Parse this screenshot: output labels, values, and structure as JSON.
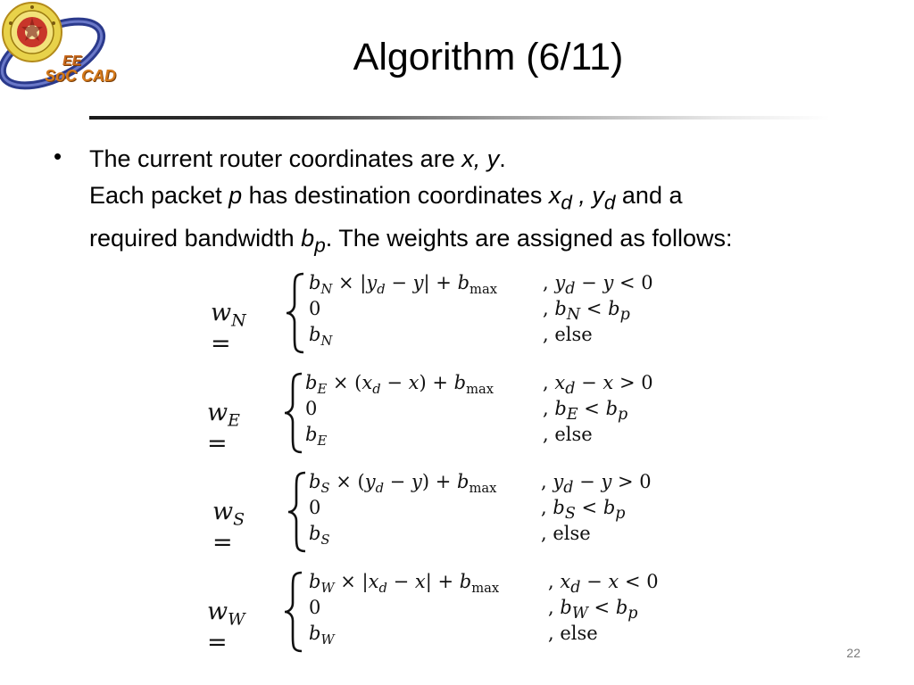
{
  "logo": {
    "line1": "EE",
    "line2": "SoC CAD"
  },
  "title": "Algorithm (6/11)",
  "bullet": {
    "line1_a": "The current router coordinates are ",
    "line1_b": "x, y",
    "line1_c": ".",
    "line2_a": "Each packet ",
    "line2_b": "p",
    "line2_c": " has destination coordinates ",
    "line2_d": "x",
    "line2_e": "d",
    "line2_f": " , ",
    "line2_g": "y",
    "line2_h": "d",
    "line2_i": " and a",
    "line3_a": "required bandwidth ",
    "line3_b": "b",
    "line3_c": "p",
    "line3_d": ". The weights are assigned as follows:"
  },
  "equations": [
    {
      "lhs": "w",
      "lhs_sub": "N",
      "cases": [
        "b_N × |y_d − y| + b_max",
        "0",
        "b_N"
      ],
      "conds": [
        ", y_d − y < 0",
        ", b_N < b_p",
        ", else"
      ]
    },
    {
      "lhs": "w",
      "lhs_sub": "E",
      "cases": [
        "b_E × (x_d − x) + b_max",
        "0",
        "b_E"
      ],
      "conds": [
        ", x_d − x > 0",
        ", b_E < b_p",
        ", else"
      ]
    },
    {
      "lhs": "w",
      "lhs_sub": "S",
      "cases": [
        "b_S × (y_d − y) + b_max",
        "0",
        "b_S"
      ],
      "conds": [
        ", y_d − y > 0",
        ", b_S < b_p",
        ", else"
      ]
    },
    {
      "lhs": "w",
      "lhs_sub": "W",
      "cases": [
        "b_W × |x_d − x| + b_max",
        "0",
        "b_W"
      ],
      "conds": [
        ", x_d − x < 0",
        ", b_W < b_p",
        ", else"
      ]
    }
  ],
  "page_number": "22"
}
